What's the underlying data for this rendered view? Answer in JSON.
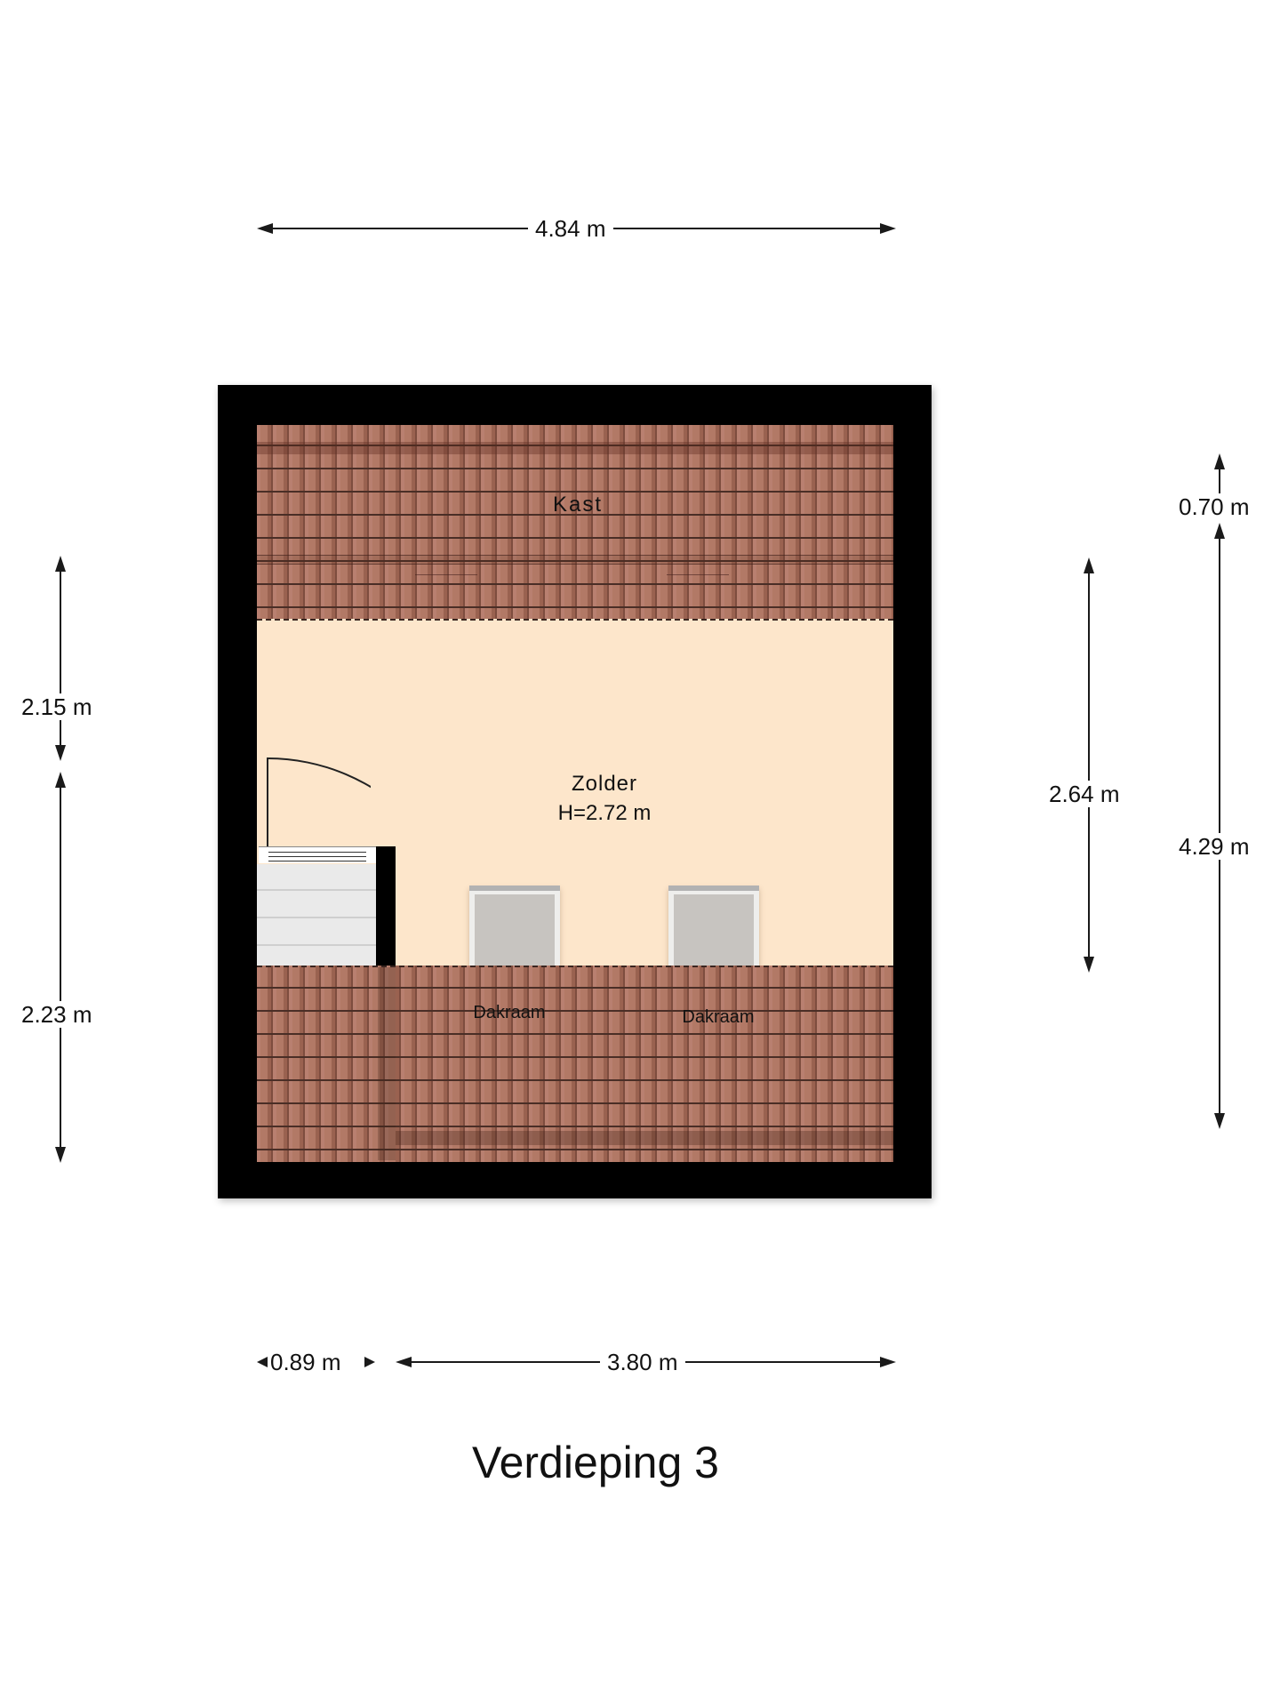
{
  "title": "Verdieping 3",
  "rooms": {
    "kast": {
      "label": "Kast"
    },
    "zolder": {
      "label": "Zolder",
      "height": "H=2.72 m"
    },
    "dakraam_1": {
      "label": "Dakraam"
    },
    "dakraam_2": {
      "label": "Dakraam"
    }
  },
  "dimensions": {
    "top_width": "4.84 m",
    "bottom_left": "0.89 m",
    "bottom_right": "3.80 m",
    "left_upper": "2.15 m",
    "left_lower": "2.23 m",
    "right_inner": "2.64 m",
    "right_top": "0.70 m",
    "right_main": "4.29 m"
  },
  "colors": {
    "wall": "#000000",
    "floor": "#fde6cb",
    "roof_tile": "#ad7360",
    "skylight": "#c7c4c0",
    "stairs": "#eaeaea"
  }
}
